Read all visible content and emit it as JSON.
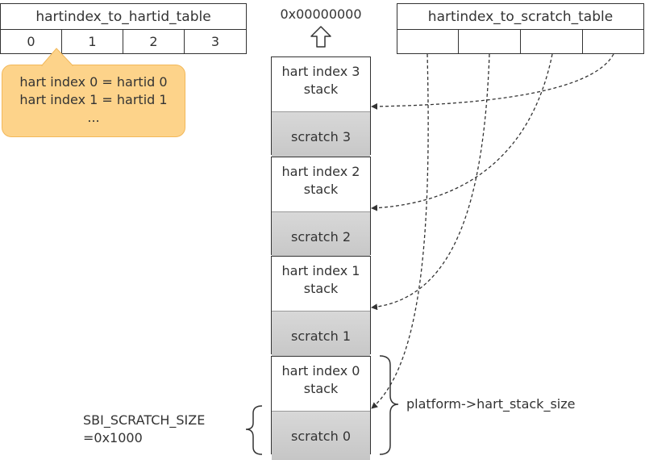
{
  "hartid_table": {
    "title": "hartindex_to_hartid_table",
    "cells": [
      "0",
      "1",
      "2",
      "3"
    ]
  },
  "scratch_table": {
    "title": "hartindex_to_scratch_table",
    "cells": [
      "",
      "",
      "",
      ""
    ]
  },
  "address_label": "0x00000000",
  "callout": {
    "line1": "hart index 0 = hartid 0",
    "line2": "hart index 1 = hartid 1",
    "line3": "..."
  },
  "stack_blocks": [
    {
      "stack_line1": "hart index 3",
      "stack_line2": "stack",
      "scratch": "scratch 3"
    },
    {
      "stack_line1": "hart index 2",
      "stack_line2": "stack",
      "scratch": "scratch 2"
    },
    {
      "stack_line1": "hart index 1",
      "stack_line2": "stack",
      "scratch": "scratch 1"
    },
    {
      "stack_line1": "hart index 0",
      "stack_line2": "stack",
      "scratch": "scratch 0"
    }
  ],
  "hart_stack_size_label": "platform->hart_stack_size",
  "scratch_size_label": {
    "line1": "SBI_SCRATCH_SIZE",
    "line2": "=0x1000"
  },
  "colors": {
    "callout_fill": "#fdd38a",
    "scratch_fill": "#cccccc",
    "line": "#333333"
  }
}
